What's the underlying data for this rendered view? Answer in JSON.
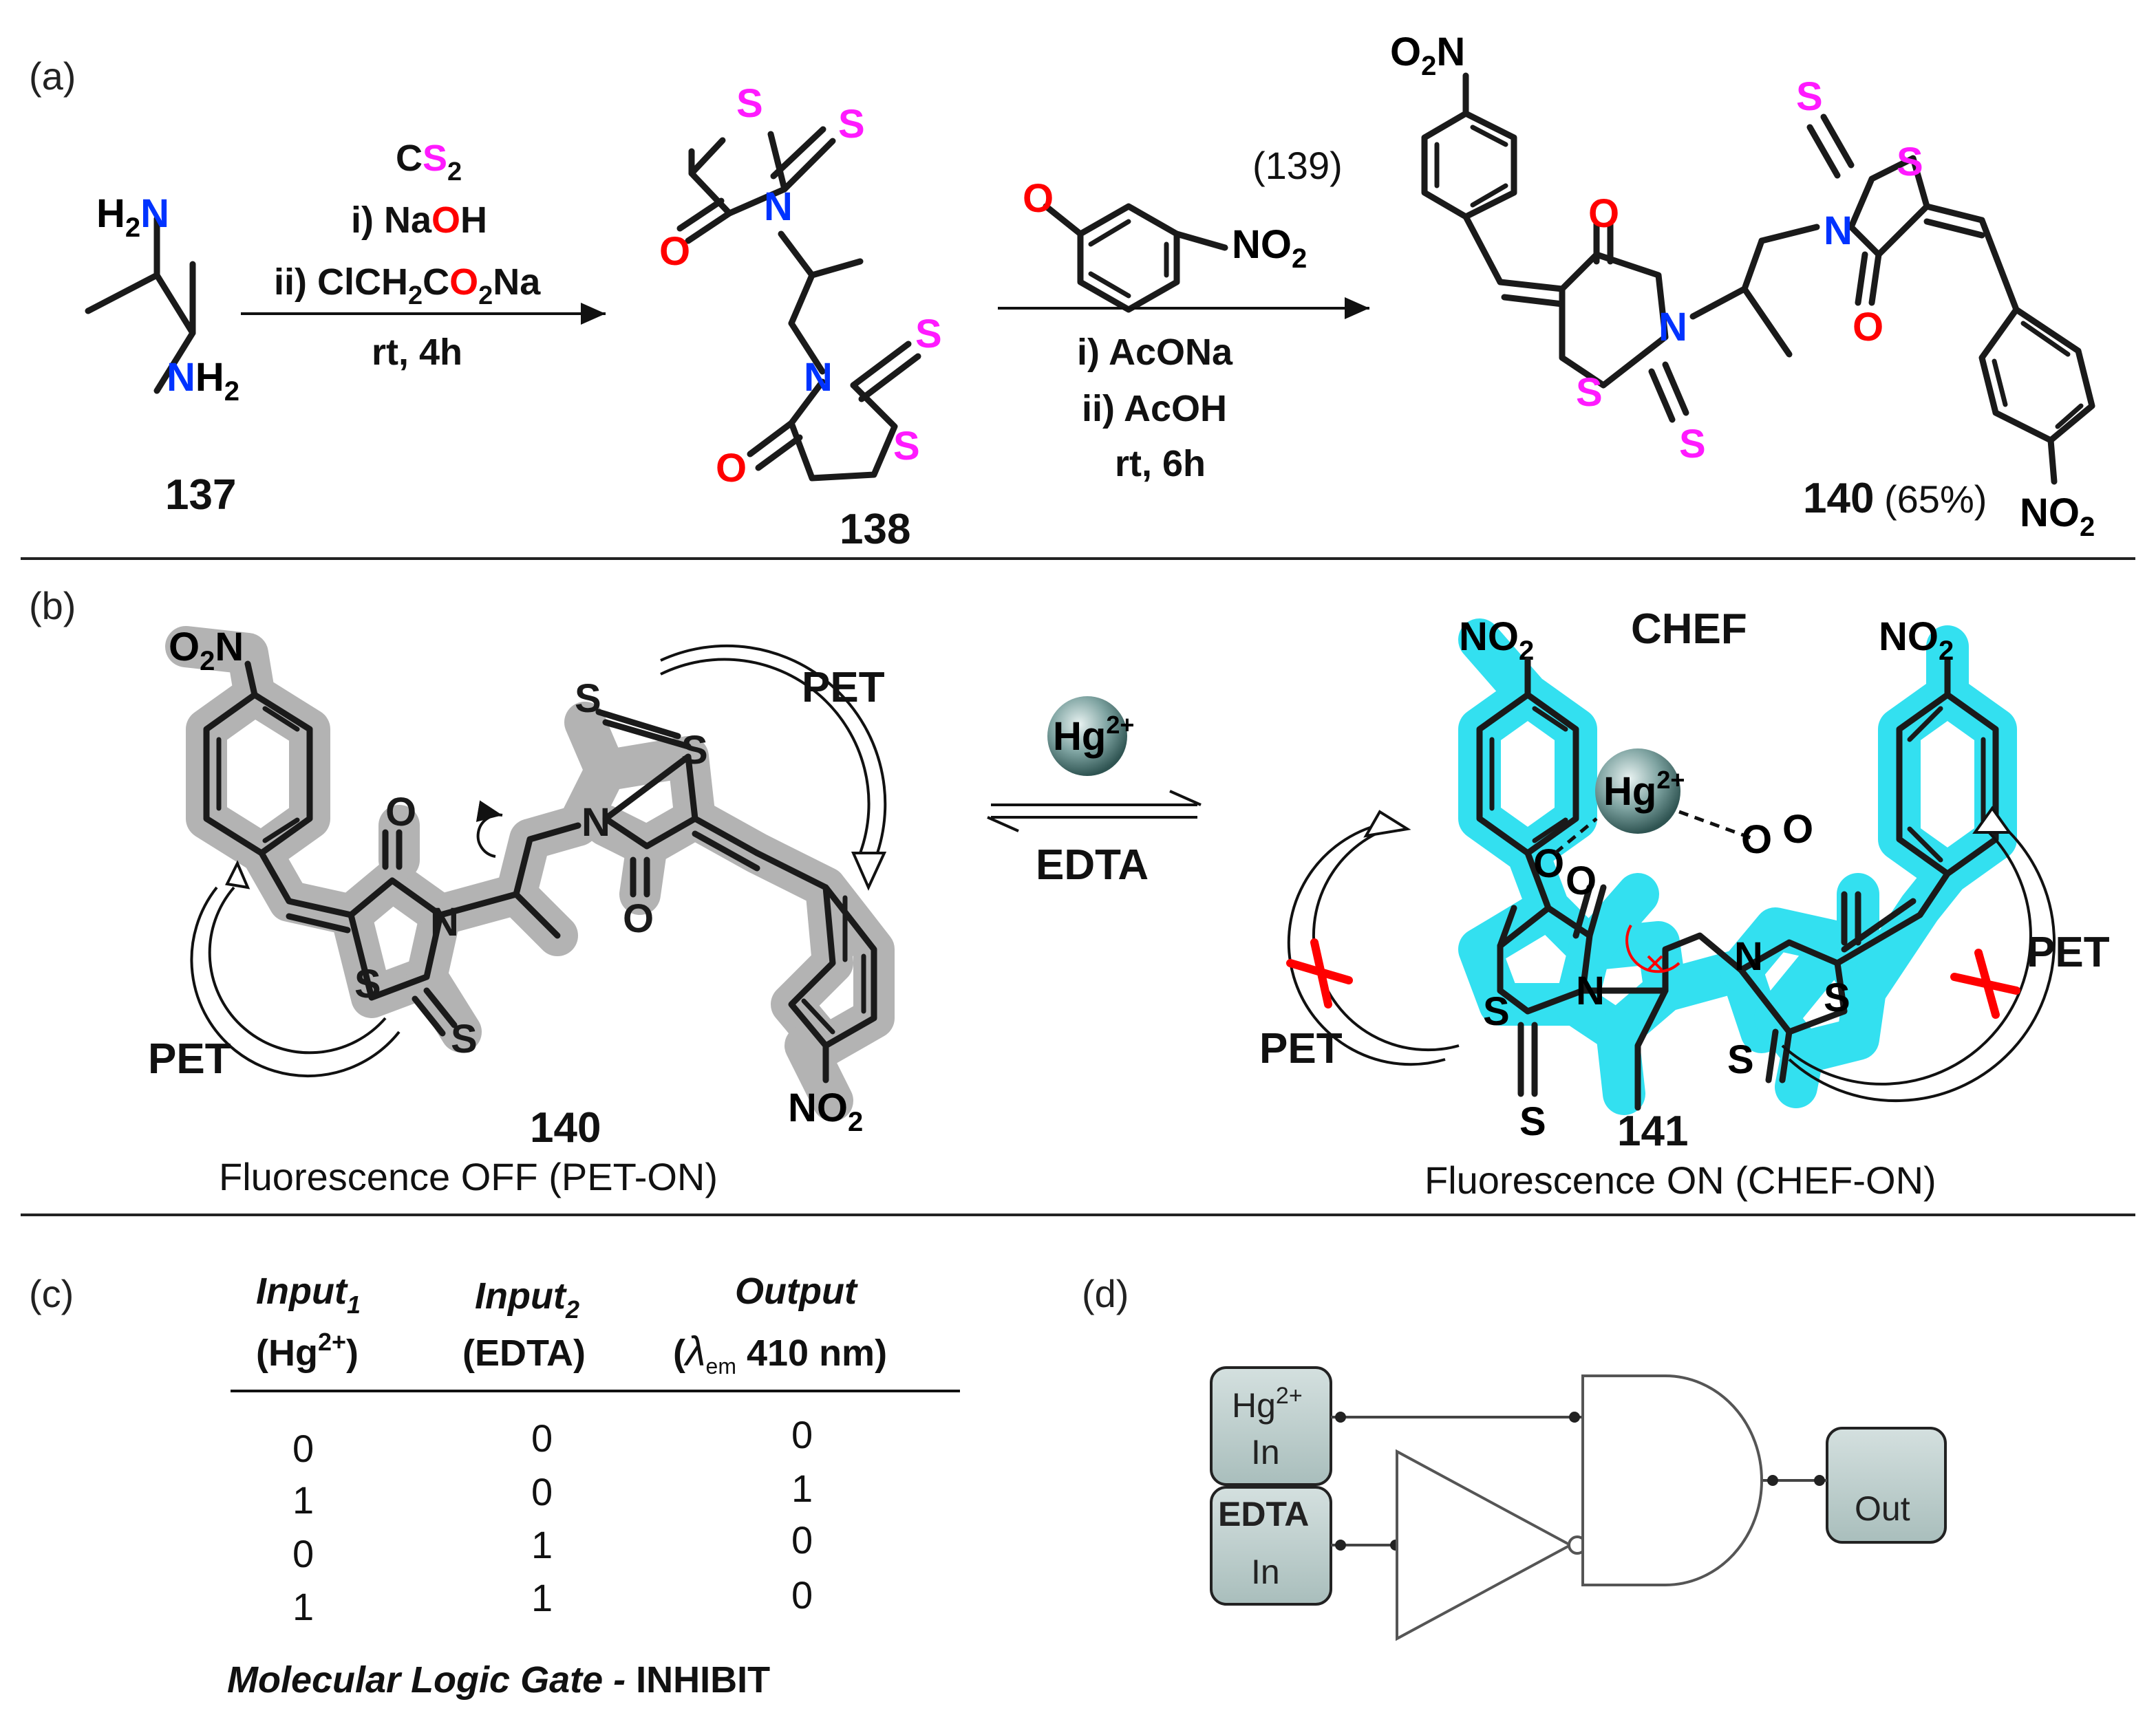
{
  "colors": {
    "sulfur": "#ff1aff",
    "oxygen": "#ff0000",
    "nitrogen": "#0033ff",
    "bond": "#1a1a1a",
    "highlight_grey": "#b3b3b3",
    "highlight_cyan": "#33e0f0",
    "cross_red": "#ff0000",
    "gate_box": "#b9c9c7"
  },
  "panel_a": {
    "label": "(a)",
    "compound_137": {
      "number": "137",
      "h2n": "H",
      "h2n_sub": "2",
      "n_top": "N",
      "n_bot": "N",
      "nh2": "H",
      "nh2_sub": "2"
    },
    "reagents_1": {
      "line1_pre": "C",
      "line1_s": "S",
      "line1_sub": "2",
      "line2_pre": "i) Na",
      "line2_o": "O",
      "line2_post": "H",
      "line3_pre": "ii) ClCH",
      "line3_sub1": "2",
      "line3_c": "C",
      "line3_o": "O",
      "line3_sub2": "2",
      "line3_post": "Na",
      "line4": "rt, 4h"
    },
    "compound_138": {
      "number": "138"
    },
    "compound_139": {
      "label": "(139)",
      "num": "139",
      "no2": "NO",
      "no2_sub": "2"
    },
    "reagents_2": {
      "line1": "i) AcONa",
      "line2": "ii) AcOH",
      "line3": "rt, 6h"
    },
    "compound_140": {
      "number": "140",
      "yield": "(65%)",
      "o2n": "O",
      "o2n_sub": "2",
      "o2n_n": "N",
      "no2": "NO",
      "no2_sub": "2"
    },
    "atoms": {
      "S": "S",
      "O": "O",
      "N": "N"
    }
  },
  "panel_b": {
    "label": "(b)",
    "left": {
      "number": "140",
      "caption": "Fluorescence OFF (PET-ON)",
      "pet_top": "PET",
      "pet_bottom": "PET"
    },
    "equilibrium": {
      "ion": "Hg",
      "ion_sup": "2+",
      "forward": "Hg",
      "reverse": "EDTA"
    },
    "right": {
      "number": "141",
      "caption": "Fluorescence ON (CHEF-ON)",
      "chef": "CHEF",
      "pet_left": "PET",
      "pet_right": "PET"
    }
  },
  "panel_c": {
    "label": "(c)",
    "headers": [
      {
        "line1": "Input",
        "sub": "1",
        "line2": "(Hg",
        "sup": "2+",
        "line2_end": ")"
      },
      {
        "line1": "Input",
        "sub": "2",
        "line2": "(EDTA)"
      },
      {
        "line1": "Output",
        "line2_pre": "(",
        "lambda": "λ",
        "lambda_sub": "em",
        "line2": " 410 nm)"
      }
    ],
    "rows": [
      [
        "0",
        "0",
        "0"
      ],
      [
        "1",
        "0",
        "1"
      ],
      [
        "0",
        "1",
        "0"
      ],
      [
        "1",
        "1",
        "0"
      ]
    ],
    "caption_italic": "Molecular Logic Gate -",
    "caption_bold": "INHIBIT"
  },
  "panel_d": {
    "label": "(d)",
    "input1": {
      "top": "Hg",
      "sup": "2+",
      "bottom": "In"
    },
    "input2": {
      "top": "EDTA",
      "bottom": "In"
    },
    "output": {
      "label": "Out"
    }
  }
}
